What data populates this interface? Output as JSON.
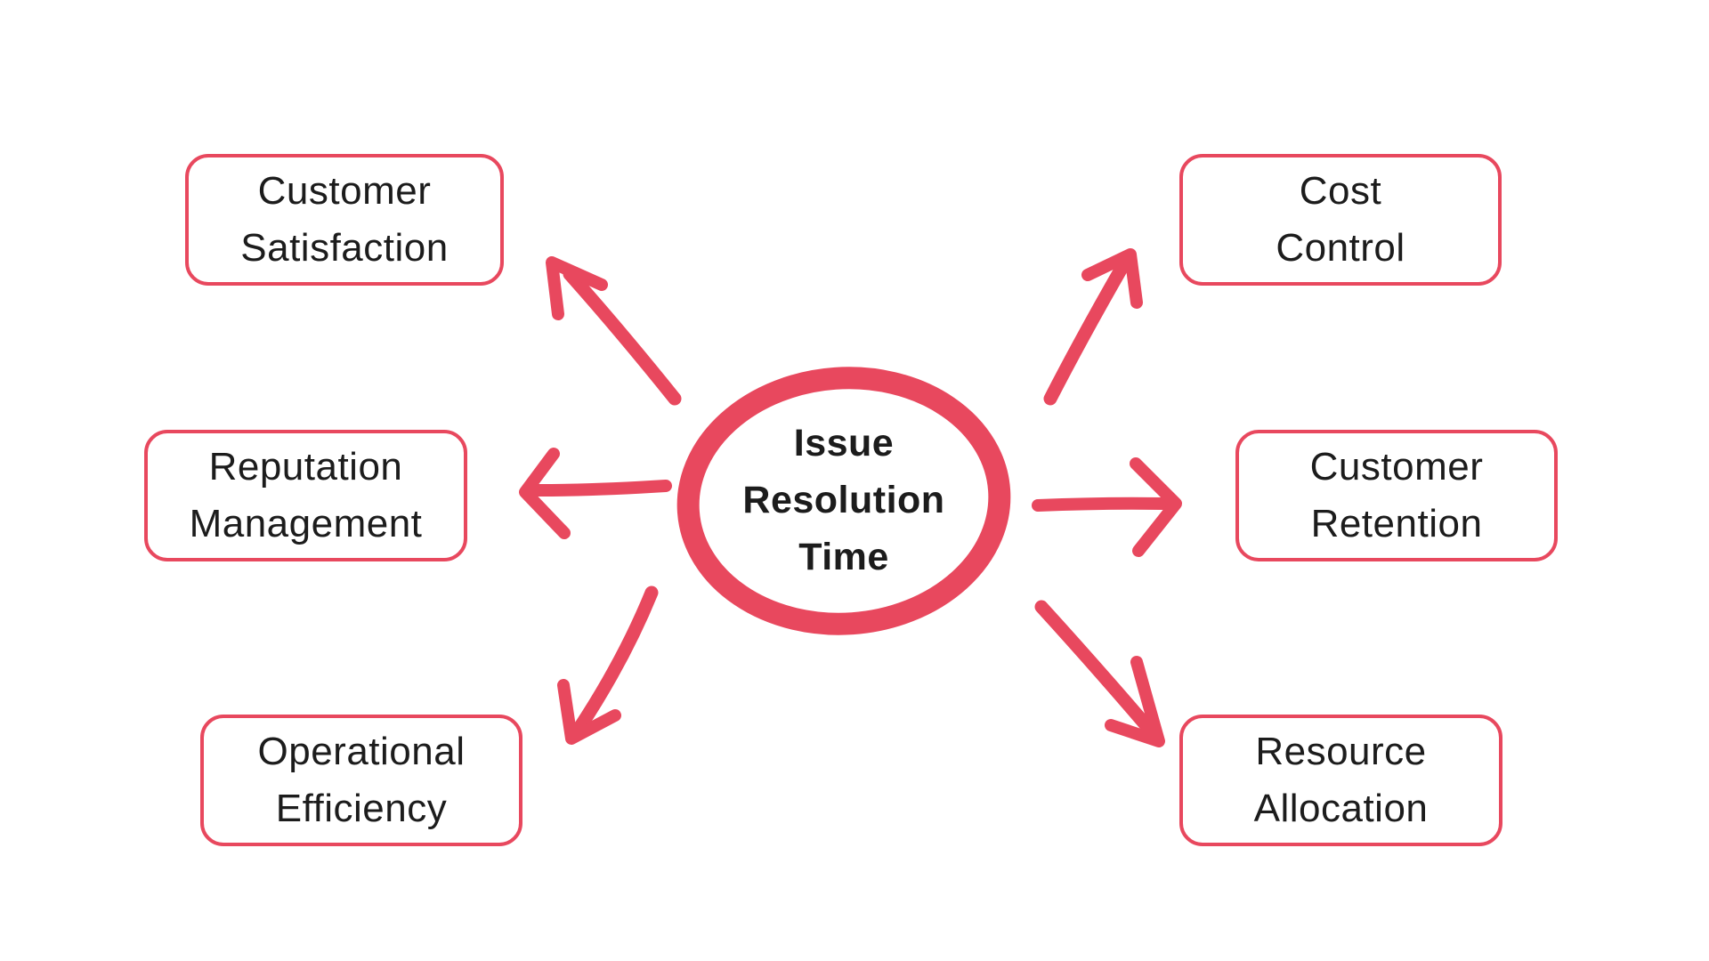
{
  "colors": {
    "accent": "#e8485e",
    "text": "#1c1c1c",
    "background": "#ffffff"
  },
  "center": {
    "label": "Issue Resolution Time",
    "lines": [
      "Issue",
      "Resolution",
      "Time"
    ]
  },
  "nodes": [
    {
      "id": "customer-satisfaction",
      "label": "Customer Satisfaction",
      "lines": [
        "Customer",
        "Satisfaction"
      ]
    },
    {
      "id": "cost-control",
      "label": "Cost Control",
      "lines": [
        "Cost",
        "Control"
      ]
    },
    {
      "id": "reputation-management",
      "label": "Reputation Management",
      "lines": [
        "Reputation",
        "Management"
      ]
    },
    {
      "id": "customer-retention",
      "label": "Customer Retention",
      "lines": [
        "Customer",
        "Retention"
      ]
    },
    {
      "id": "operational-efficiency",
      "label": "Operational Efficiency",
      "lines": [
        "Operational",
        "Efficiency"
      ]
    },
    {
      "id": "resource-allocation",
      "label": "Resource Allocation",
      "lines": [
        "Resource",
        "Allocation"
      ]
    }
  ]
}
